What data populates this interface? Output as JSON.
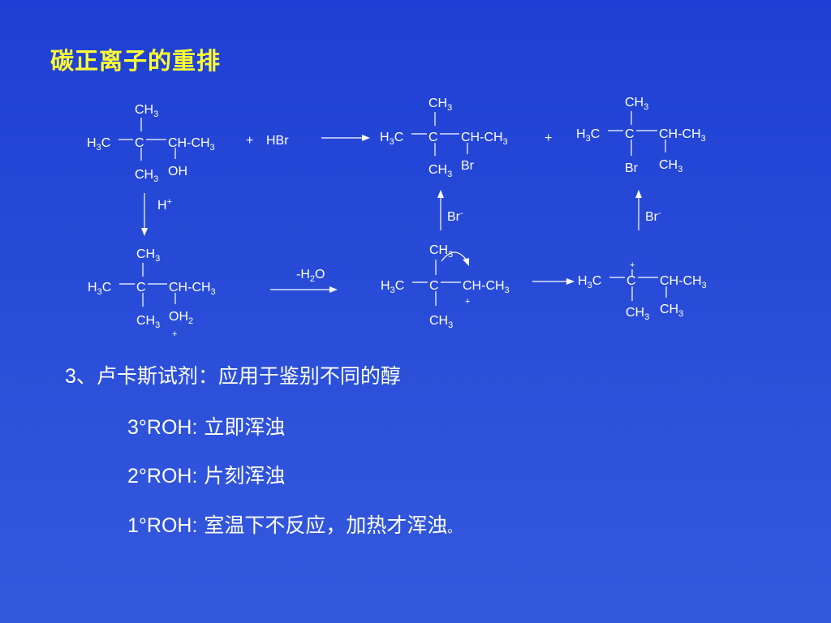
{
  "slide": {
    "title": "碳正离子的重排",
    "scheme": {
      "plus": "+",
      "ch3_main": "CH",
      "three": "3",
      "two": "2",
      "h": "H",
      "c_atom": "C",
      "ch_atom": "CH",
      "ch_ch3_main": "CH-CH",
      "oh": "OH",
      "br_atom": "Br",
      "hbr": "HBr",
      "dehydration_prefix": "-H",
      "dehydration_suffix": "O",
      "minus": "-"
    },
    "lucas": {
      "heading_number": "3",
      "heading_text": "、卢卡斯试剂：应用于鉴别不同的醇",
      "tertiary_label": "3°ROH:",
      "tertiary_result": "立即浑浊",
      "secondary_label": "2°ROH:",
      "secondary_result": "片刻浑浊",
      "primary_label": "1°ROH:",
      "primary_result": "室温下不反应，加热才浑浊",
      "primary_end": "。"
    }
  }
}
